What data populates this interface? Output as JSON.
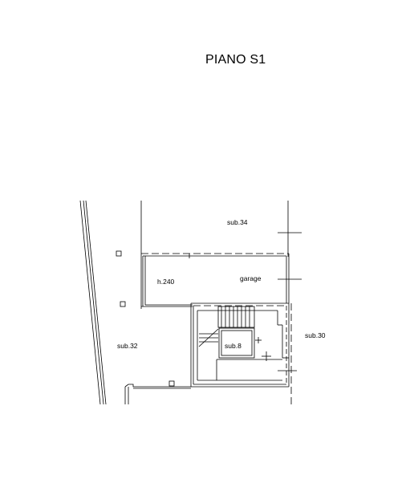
{
  "floor_plan": {
    "title": "PIANO S1",
    "labels": {
      "sub34": "sub.34",
      "h240": "h.240",
      "garage": "garage",
      "sub30": "sub.30",
      "sub32": "sub.32",
      "sub8": "sub.8"
    },
    "colors": {
      "line": "#000000",
      "background": "#ffffff"
    }
  }
}
